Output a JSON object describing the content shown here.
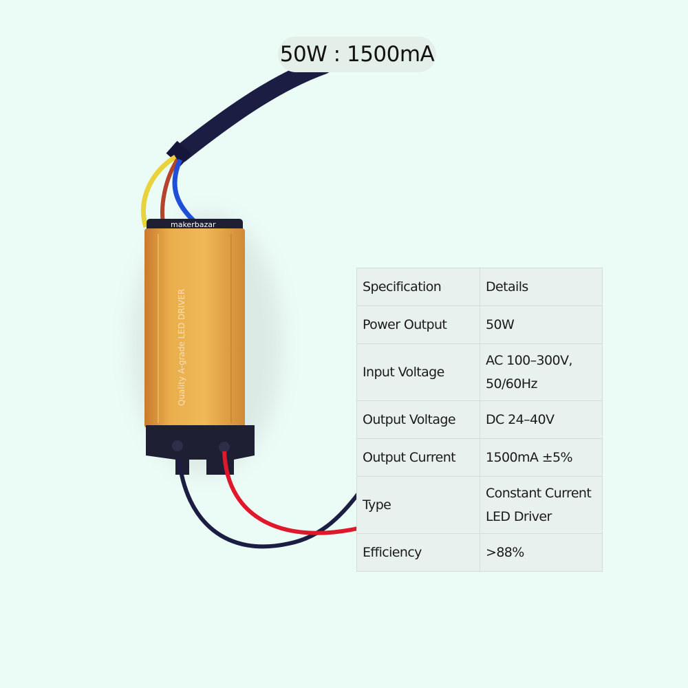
{
  "heading": "50W : 1500mA",
  "product": {
    "brand_logo": "makerbazar",
    "case_text": "Quality A-grade LED DRIVER",
    "icon": "led-driver-icon"
  },
  "colors": {
    "background": "#ebfbf6",
    "case_gold": "#e2a544",
    "cable_black": "#1c1d43",
    "wire_red": "#e0182c",
    "wire_yellow": "#e8d43a",
    "wire_blue": "#1f4fd6"
  },
  "table": {
    "header": {
      "spec": "Specification",
      "details": "Details"
    },
    "rows": [
      {
        "spec": "Power Output",
        "details": "50W"
      },
      {
        "spec": "Input Voltage",
        "details": "AC 100–300V, 50/60Hz"
      },
      {
        "spec": "Output Voltage",
        "details": "DC 24–40V"
      },
      {
        "spec": "Output Current",
        "details": "1500mA ±5%"
      },
      {
        "spec": "Type",
        "details": "Constant Current LED Driver"
      },
      {
        "spec": "Efficiency",
        "details": ">88%"
      }
    ]
  }
}
